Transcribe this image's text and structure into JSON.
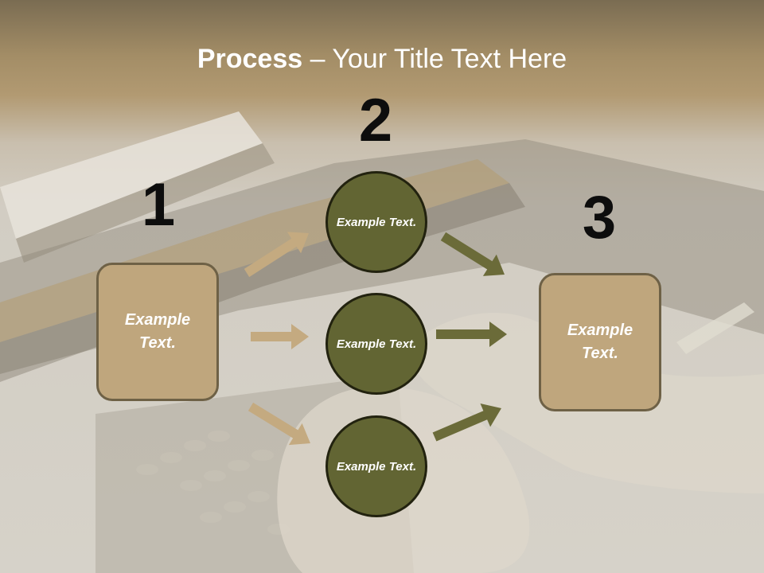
{
  "title": {
    "bold": "Process",
    "rest": " – Your Title Text Here"
  },
  "steps": [
    {
      "number": "1",
      "label": "Example Text."
    },
    {
      "number": "2",
      "label": "Example Text."
    },
    {
      "number": "3",
      "label": "Example Text."
    }
  ],
  "circles": [
    {
      "label": "Example Text."
    },
    {
      "label": "Example Text."
    },
    {
      "label": "Example Text."
    }
  ],
  "colors": {
    "box_fill": "#bfa67d",
    "box_border": "#6e6146",
    "circle_fill": "#626533",
    "circle_border": "#22220f",
    "arrow_light": "#c4aa80",
    "arrow_dark": "#6b6b39",
    "number_color": "#0d0d0d"
  }
}
